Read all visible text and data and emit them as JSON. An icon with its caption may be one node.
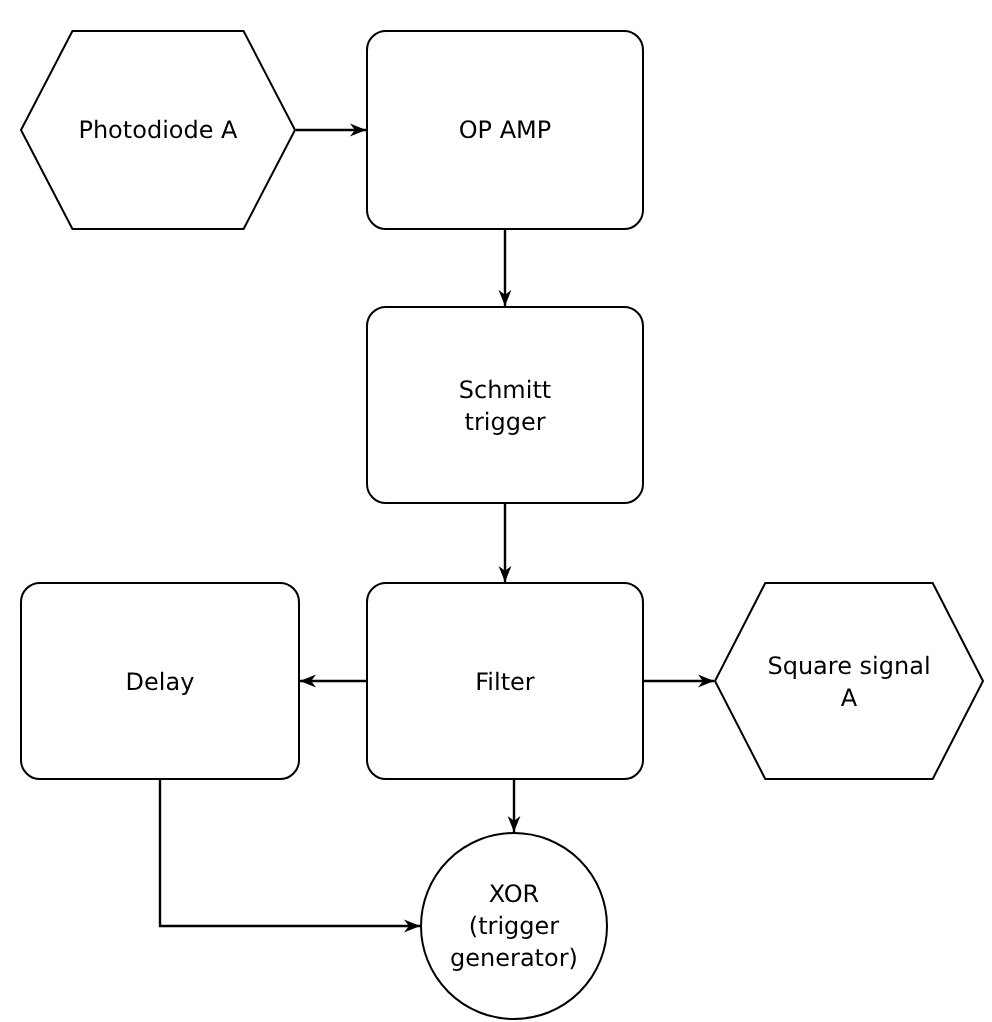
{
  "diagram": {
    "nodes": [
      {
        "text": [
          "Photodiode A"
        ]
      },
      {
        "text": [
          "OP AMP"
        ]
      },
      {
        "text": [
          "Schmitt trigger"
        ]
      },
      {
        "text": [
          "Filter"
        ]
      },
      {
        "text": [
          "Delay"
        ]
      },
      {
        "text": [
          "Square signal A"
        ]
      },
      {
        "text": [
          "XOR (trigger generator)"
        ]
      }
    ],
    "edges": [
      {
        "from": 0,
        "to": 1,
        "arrow": "to"
      },
      {
        "from": 1,
        "to": 2,
        "arrow": "to"
      },
      {
        "from": 2,
        "to": 3,
        "arrow": "to"
      },
      {
        "from": 3,
        "to": 4,
        "arrow": "to"
      },
      {
        "from": 3,
        "to": 5,
        "arrow": "to"
      },
      {
        "from": 3,
        "to": 6,
        "arrow": "to"
      },
      {
        "from": 4,
        "to": 6,
        "arrow": "to"
      }
    ]
  }
}
